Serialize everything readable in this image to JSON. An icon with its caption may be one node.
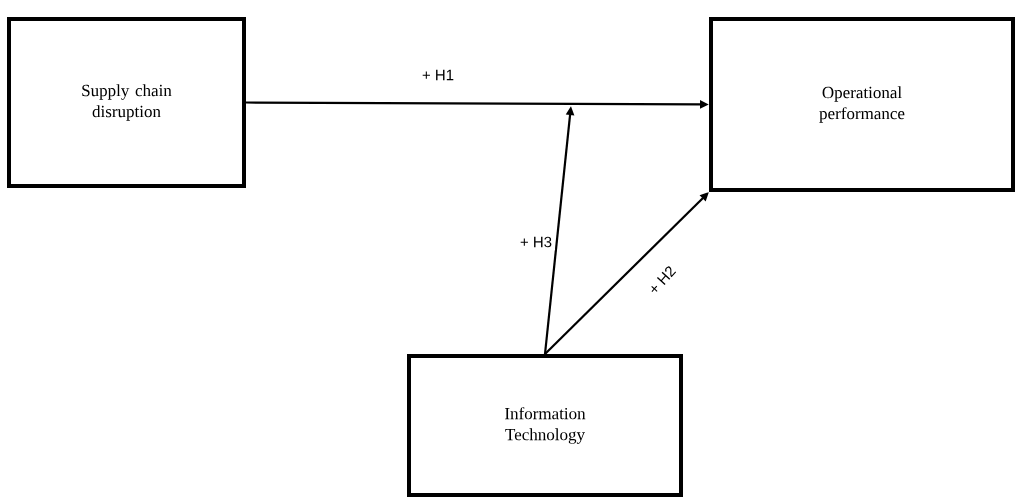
{
  "diagram": {
    "nodes": [
      {
        "text": [
          "Supply chain disruption"
        ]
      },
      {
        "text": [
          "Operational performance"
        ]
      },
      {
        "text": [
          "Information Technology"
        ]
      }
    ],
    "edges": [
      {
        "from": 0,
        "to": 1,
        "arrow": "to",
        "label": "+ H1"
      },
      {
        "from": 2,
        "to": 1,
        "arrow": "to",
        "label": "+ H2"
      },
      {
        "from": 2,
        "to": null,
        "arrow": "to",
        "label": "+ H3"
      }
    ]
  }
}
